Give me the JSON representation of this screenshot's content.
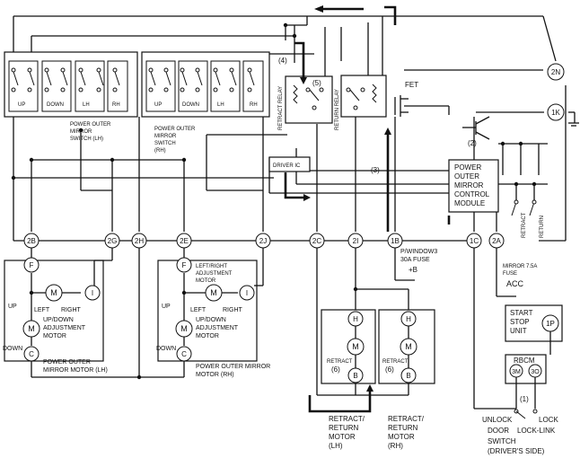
{
  "connectors": {
    "c2N": "2N",
    "c1K": "1K",
    "c2B": "2B",
    "c2G": "2G",
    "c2H": "2H",
    "c2E": "2E",
    "c2J": "2J",
    "c2C": "2C",
    "c2I": "2I",
    "c1B": "1B",
    "c1C": "1C",
    "c2A": "2A",
    "cF1": "F",
    "cI1": "I",
    "cC1": "C",
    "cM1a": "M",
    "cM1b": "M",
    "cF2": "F",
    "cI2": "I",
    "cC2": "C",
    "cM2a": "M",
    "cM2b": "M",
    "cH1": "H",
    "cB1": "B",
    "cM3": "M",
    "cH2": "H",
    "cB2": "B",
    "cM4": "M",
    "c1P": "1P",
    "c3M": "3M",
    "c3O": "3O"
  },
  "labels": {
    "up1": "UP",
    "down1": "DOWN",
    "lh1": "LH",
    "rh1": "RH",
    "up2": "UP",
    "down2": "DOWN",
    "lh2": "LH",
    "rh2": "RH",
    "sw_lh": [
      "POWER OUTER",
      "MIRROR",
      "SWITCH (LH)"
    ],
    "sw_rh": [
      "POWER OUTER",
      "MIRROR",
      "SWITCH",
      "(RH)"
    ],
    "retract_relay": "RETRACT RELAY",
    "return_relay": "RETURN RELAY",
    "fet": "FET",
    "driver_ic": "DRIVER IC",
    "module": [
      "POWER",
      "OUTER",
      "MIRROR",
      "CONTROL",
      "MODULE"
    ],
    "n1": "(1)",
    "n2": "(2)",
    "n3": "(3)",
    "n4": "(4)",
    "n5": "(5)",
    "n6a": "(6)",
    "n6b": "(6)",
    "retract_sw": "RETRACT",
    "return_sw": "RETURN",
    "pwindow": [
      "P/WINDOW3",
      "30A FUSE"
    ],
    "plus_b": "+B",
    "mirror_fuse": [
      "MIRROR 7.5A",
      "FUSE"
    ],
    "acc": "ACC",
    "start_stop": [
      "START",
      "STOP",
      "UNIT"
    ],
    "rbcm": "RBCM",
    "unlock": "UNLOCK",
    "lock": "LOCK",
    "door_switch": [
      "DOOR",
      "LOCK-LINK",
      "SWITCH",
      "(DRIVER'S SIDE)"
    ],
    "left1": "LEFT",
    "right1": "RIGHT",
    "up_m1": "UP",
    "down_m1": "DOWN",
    "updown_lh": [
      "UP/DOWN",
      "ADJUSTMENT",
      "MOTOR"
    ],
    "pom_lh": [
      "POWER OUTER",
      "MIRROR MOTOR (LH)"
    ],
    "lr_motor": [
      "LEFT/RIGHT",
      "ADJUSTMENT",
      "MOTOR"
    ],
    "left2": "LEFT",
    "right2": "RIGHT",
    "up_m2": "UP",
    "down_m2": "DOWN",
    "updown_rh": [
      "UP/DOWN",
      "ADJUSTMENT",
      "MOTOR"
    ],
    "pom_rh": [
      "POWER OUTER MIRROR",
      "MOTOR (RH)"
    ],
    "retract_m1": "RETRACT",
    "retract_m2": "RETRACT",
    "rr_lh": [
      "RETRACT/",
      "RETURN",
      "MOTOR",
      "(LH)"
    ],
    "rr_rh": [
      "RETRACT/",
      "RETURN",
      "MOTOR",
      "(RH)"
    ]
  }
}
